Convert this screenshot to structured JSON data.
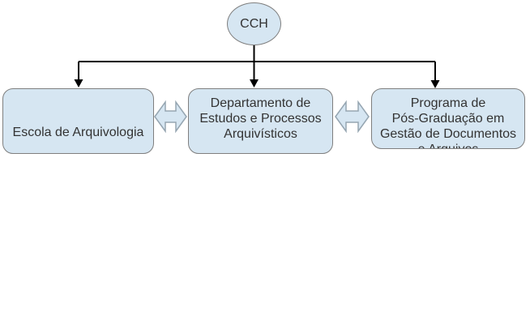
{
  "diagram": {
    "root": {
      "label": "CCH"
    },
    "boxes": [
      {
        "lines": [
          "Escola de Arquivologia"
        ]
      },
      {
        "lines": [
          "Departamento de",
          "Estudos e Processos",
          "Arquivísticos"
        ]
      },
      {
        "lines": [
          "Programa de",
          "Pós-Graduação em",
          "Gestão de Documentos",
          "e Arquivos"
        ],
        "last_line_clipped": true
      }
    ],
    "connectors": {
      "tree": "CCH to all three boxes, arrowheads down",
      "double_arrows": [
        "between box 1 and box 2",
        "between box 2 and box 3"
      ]
    }
  },
  "colors": {
    "background": "#ffffff",
    "shape-fill": "#d6e6f2",
    "shape-border": "#7f7f7f",
    "arrow-fill": "#d6e6f2",
    "arrow-border": "#95a5b1",
    "line": "#000000",
    "text": "#333333"
  }
}
